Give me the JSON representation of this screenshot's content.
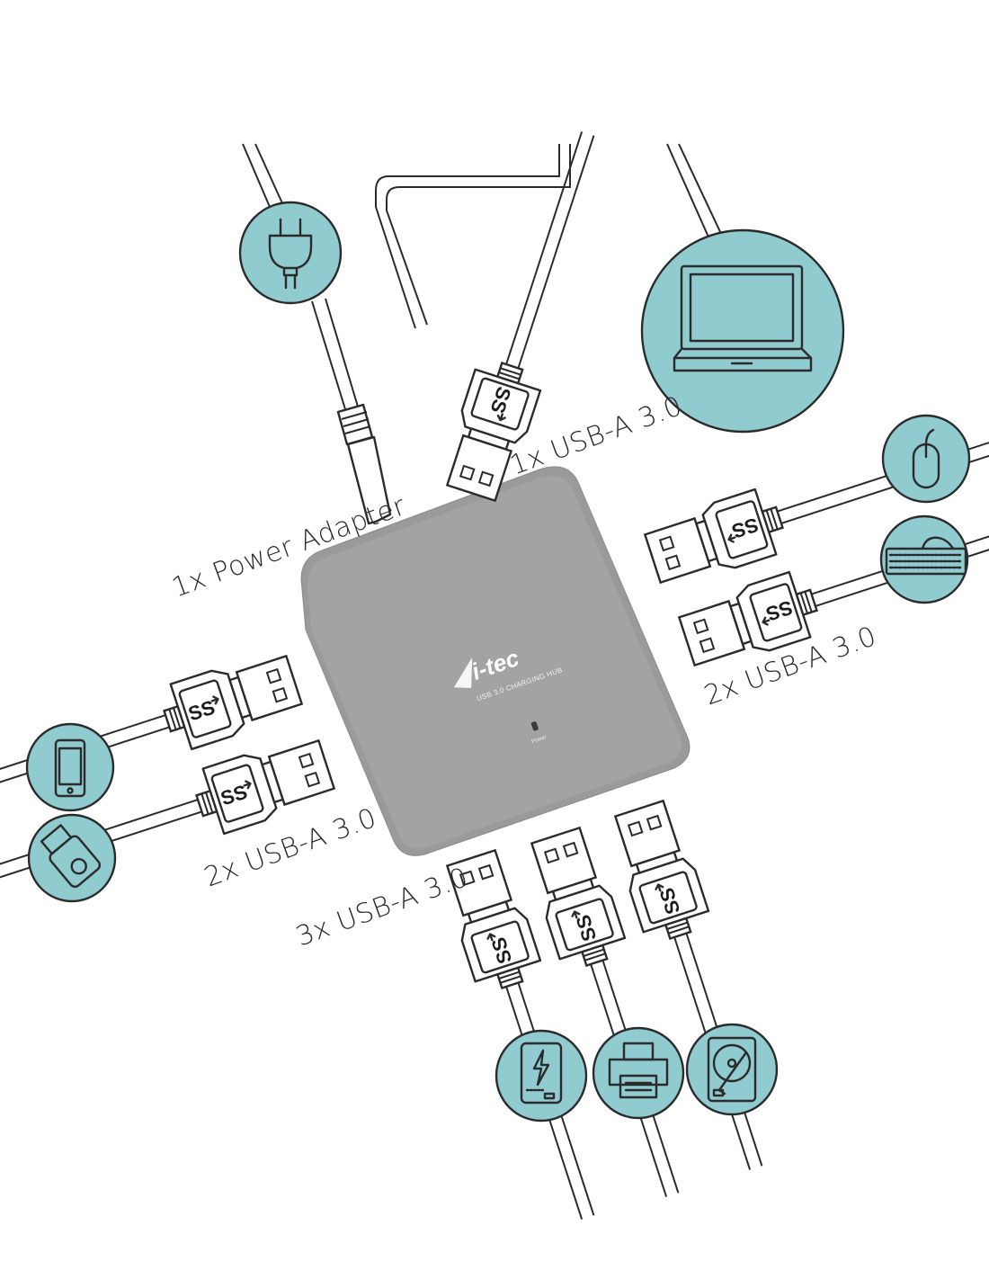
{
  "device": {
    "brand": "i-tec",
    "model": "USB 3.0 CHARGING HUB",
    "power_label": "Power"
  },
  "labels": {
    "power_adapter": "1x Power Adapter",
    "usb_top": "1x USB-A 3.0",
    "usb_right": "2x USB-A 3.0",
    "usb_left": "2x USB-A 3.0",
    "usb_bottom": "3x USB-A 3.0"
  },
  "plug_logo": "SS",
  "icons": {
    "power": "power-plug-icon",
    "laptop": "laptop-icon",
    "mouse": "mouse-icon",
    "keyboard": "keyboard-icon",
    "phone": "smartphone-icon",
    "flash": "usb-flash-drive-icon",
    "powerbank": "power-bank-icon",
    "printer": "printer-icon",
    "hdd": "hard-drive-icon"
  },
  "colors": {
    "icon_circle": "#8fcbcf",
    "hub_body": "#9a9a9a",
    "outline": "#2b2b2b"
  }
}
